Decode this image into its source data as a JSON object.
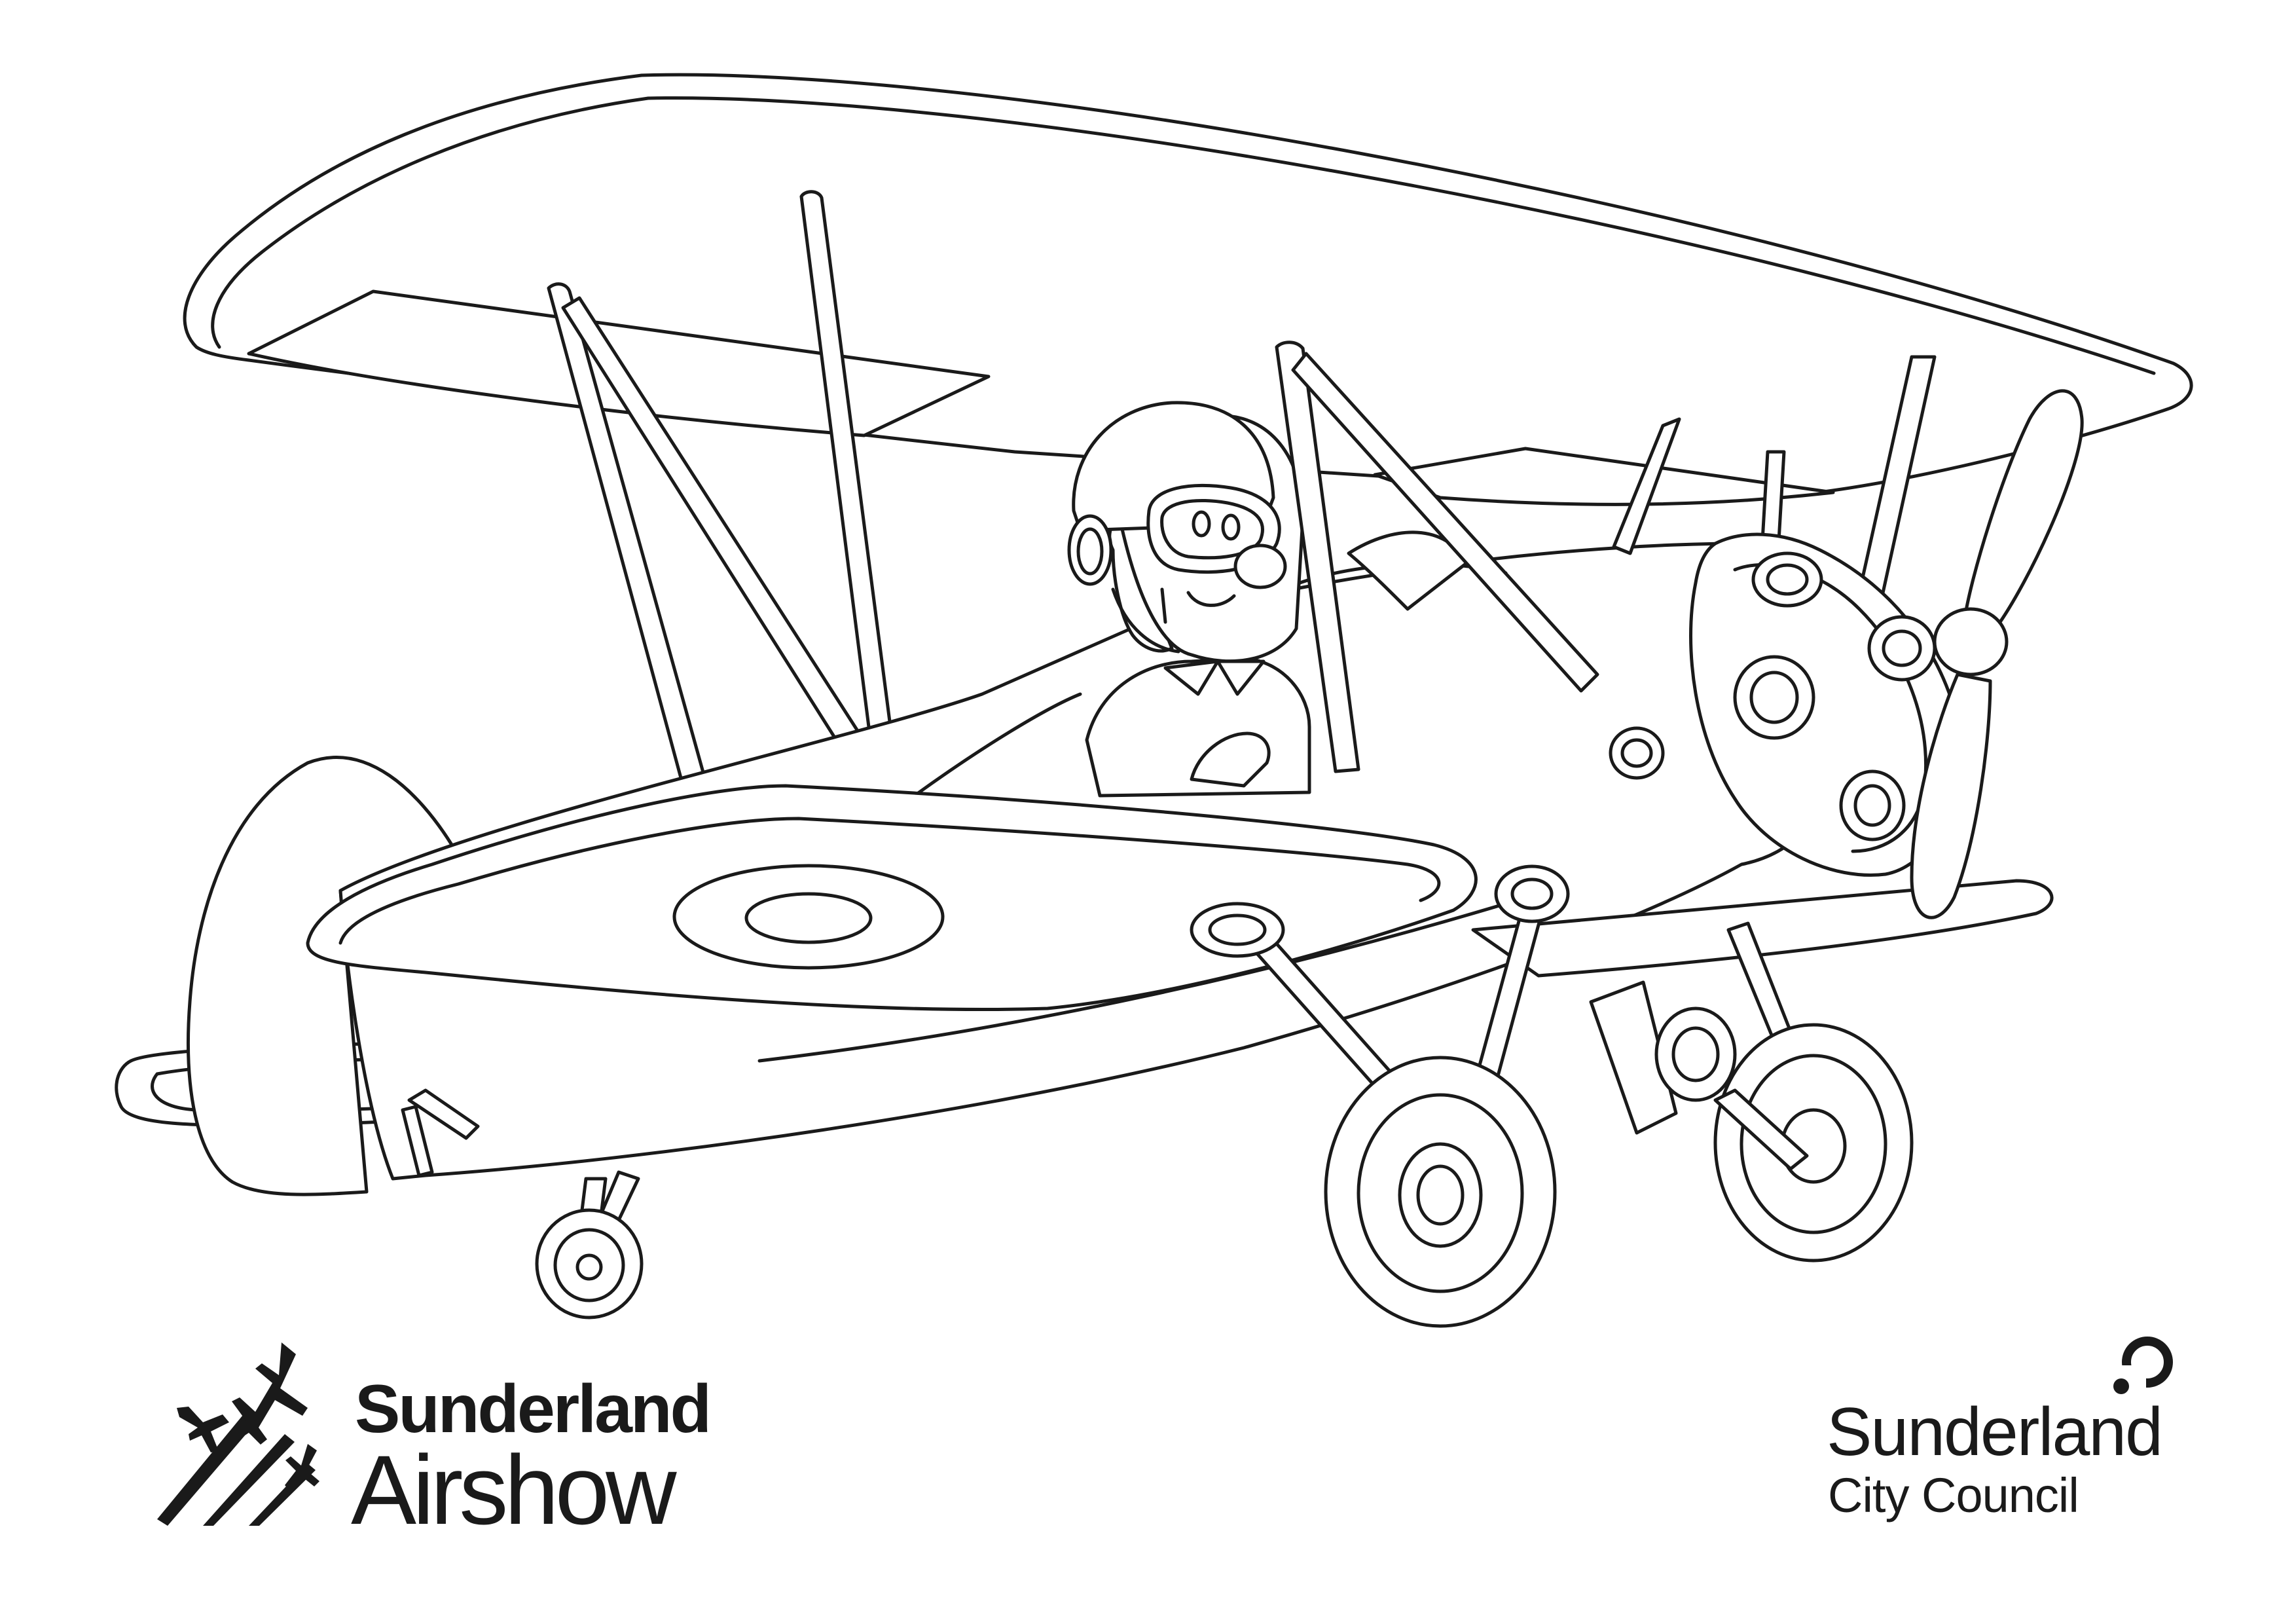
{
  "colors": {
    "ink": "#1a1a1a",
    "paper": "#ffffff"
  },
  "illustration": {
    "subject": "biplane-with-pilot",
    "icons": [
      "biplane-icon",
      "pilot-icon",
      "propeller-icon",
      "roundel-icon",
      "wheel-icon"
    ]
  },
  "airshow_logo": {
    "line1": "Sunderland",
    "line2": "Airshow",
    "icon": "jets-formation-icon"
  },
  "council_logo": {
    "line1": "Sunderland",
    "line2": "City Council",
    "icon": "council-mark-icon"
  }
}
